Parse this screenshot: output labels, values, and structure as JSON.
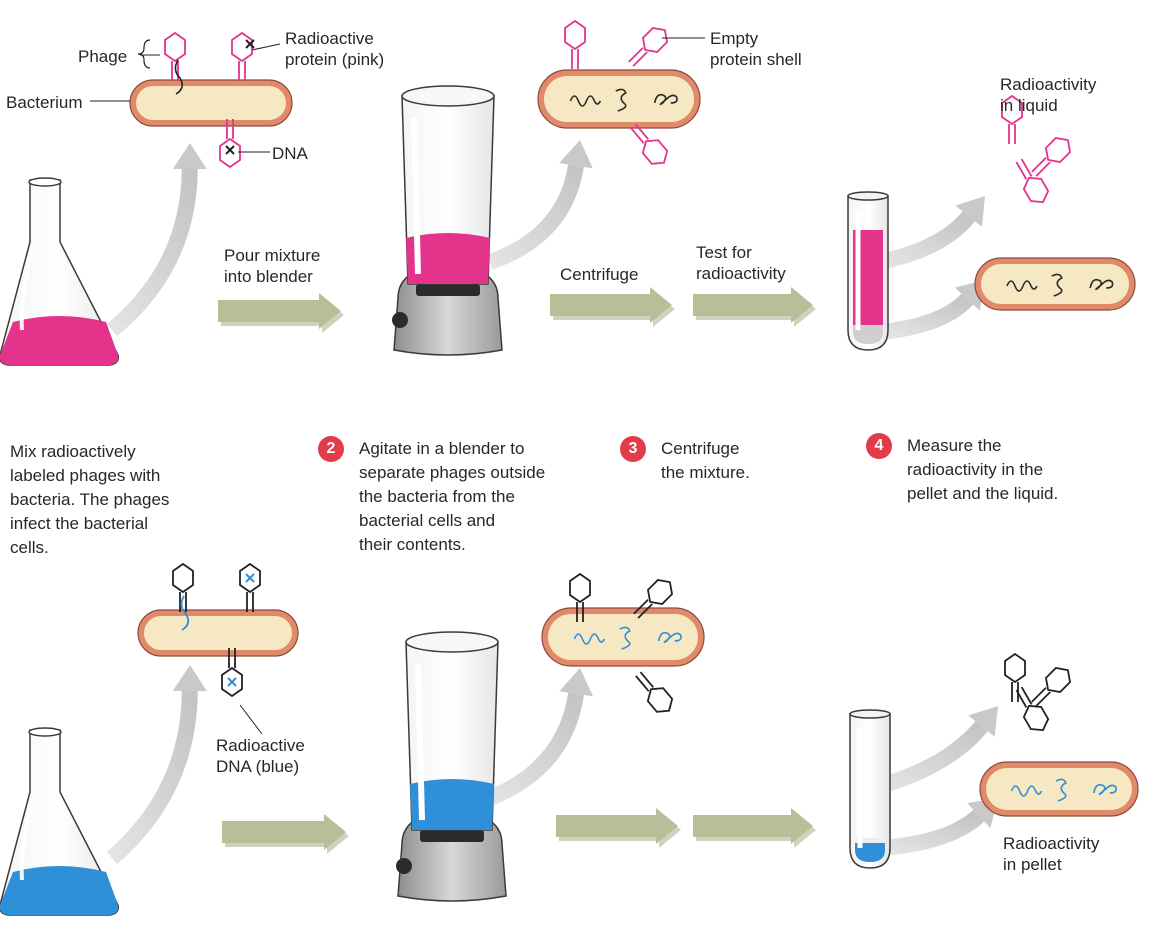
{
  "labels": {
    "phage": "Phage",
    "bacterium": "Bacterium",
    "radioactive_protein": "Radioactive\nprotein (pink)",
    "dna": "DNA",
    "empty_shell": "Empty\nprotein shell",
    "radioactivity_liquid": "Radioactivity\nin liquid",
    "pour_mixture": "Pour mixture\ninto blender",
    "centrifuge": "Centrifuge",
    "test_radioactivity": "Test for\nradioactivity",
    "radioactive_dna": "Radioactive\nDNA (blue)",
    "radioactivity_pellet": "Radioactivity\nin pellet"
  },
  "steps": [
    {
      "text": "Mix radioactively\nlabeled phages with\nbacteria. The phages\ninfect the bacterial\ncells."
    },
    {
      "number": "2",
      "text": "Agitate in a blender to\nseparate phages outside\nthe bacteria from the\nbacterial cells and\ntheir contents."
    },
    {
      "number": "3",
      "text": "Centrifuge\nthe mixture."
    },
    {
      "number": "4",
      "text": "Measure the\nradioactivity in the\npellet and the liquid."
    }
  ],
  "colors": {
    "pink_label": "#e4338a",
    "blue_label": "#2f8fd8",
    "cell_wall": "#e08a6a",
    "cytoplasm": "#f7e8c4",
    "arrow_green": "#b6bf98",
    "step_badge": "#e23b49"
  },
  "icons": [
    "flask",
    "blender",
    "test-tube",
    "bacterium",
    "phage",
    "process-arrow",
    "curved-arrow"
  ]
}
